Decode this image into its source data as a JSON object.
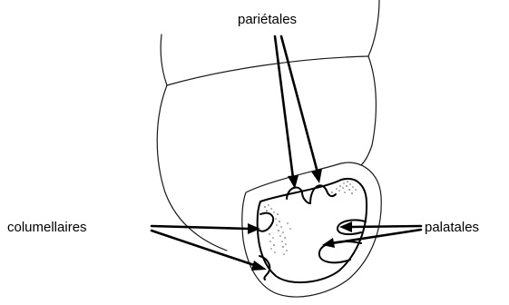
{
  "labels": {
    "parietales": "pariétales",
    "columellaires": "columellaires",
    "palatales": "palatales"
  },
  "colors": {
    "ink": "#000000",
    "background": "#ffffff"
  }
}
